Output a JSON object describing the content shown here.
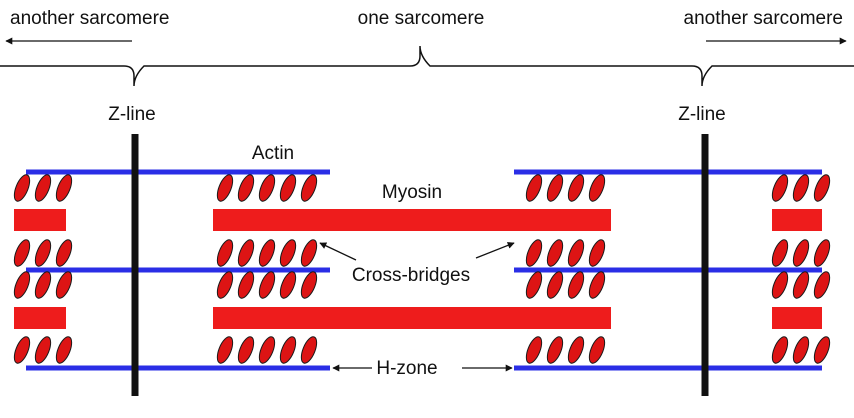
{
  "labels": {
    "another_left": "another sarcomere",
    "one": "one sarcomere",
    "another_right": "another sarcomere",
    "z_left": "Z-line",
    "z_right": "Z-line",
    "actin": "Actin",
    "myosin": "Myosin",
    "cross_bridges": "Cross-bridges",
    "h_zone": "H-zone"
  },
  "colors": {
    "actin": "#2a2ee6",
    "myosin": "#ee1c1c",
    "head": "#dd1414",
    "head_stroke": "#1a1a1a",
    "zline": "#111111",
    "text": "#111111"
  }
}
